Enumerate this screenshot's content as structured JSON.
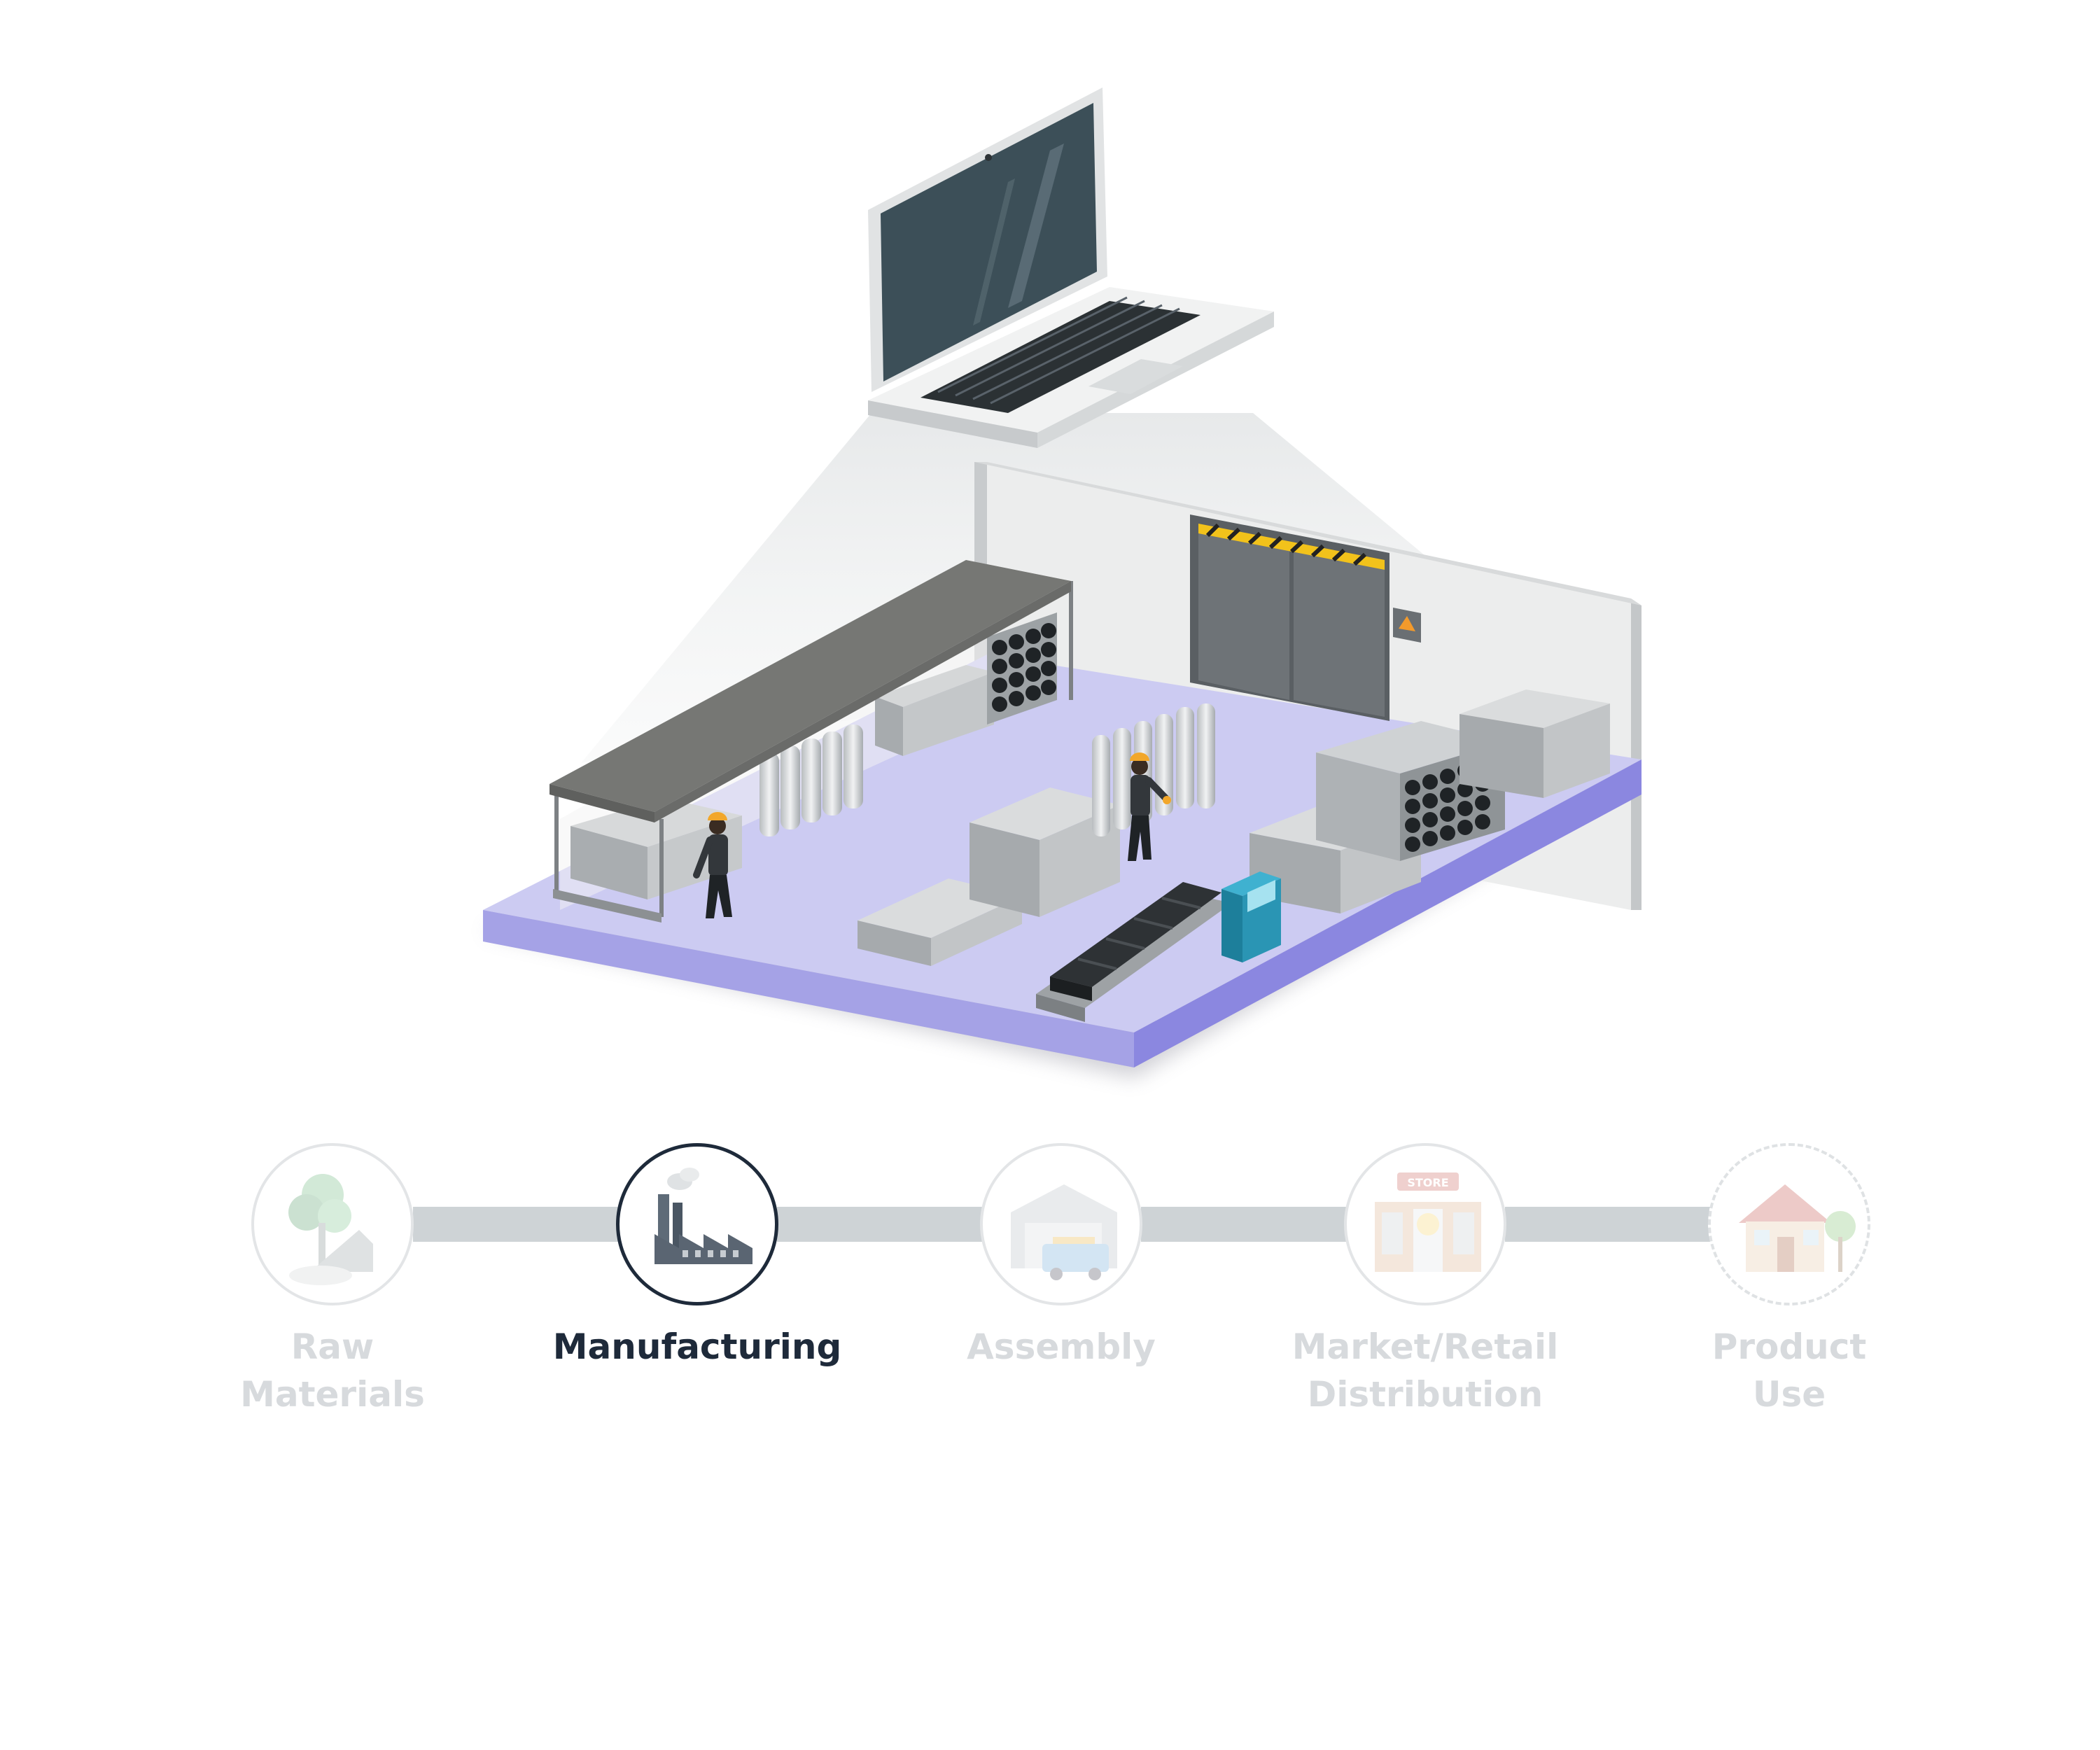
{
  "colors": {
    "active_text": "#1e2a3a",
    "inactive_text": "#d7dadd",
    "track": "#ced3d6",
    "floor_top": "#cccbf2",
    "floor_side": "#8b87e0",
    "laptop_screen": "#3c4f58"
  },
  "scene": {
    "icons": [
      "laptop-icon",
      "warehouse-floor",
      "shelf-rack",
      "pipe-stack",
      "sheet-stack",
      "worker",
      "conveyor-belt",
      "control-panel",
      "loading-door",
      "warning-sign"
    ]
  },
  "timeline": {
    "active_index": 1,
    "stages": [
      {
        "label": "Raw\nMaterials",
        "icon": "raw-materials-icon",
        "active": false
      },
      {
        "label": "Manufacturing",
        "icon": "factory-icon",
        "active": true
      },
      {
        "label": "Assembly",
        "icon": "warehouse-truck-icon",
        "active": false
      },
      {
        "label": "Market/Retail\nDistribution",
        "icon": "store-icon",
        "active": false
      },
      {
        "label": "Product\nUse",
        "icon": "house-icon",
        "active": false
      }
    ]
  }
}
